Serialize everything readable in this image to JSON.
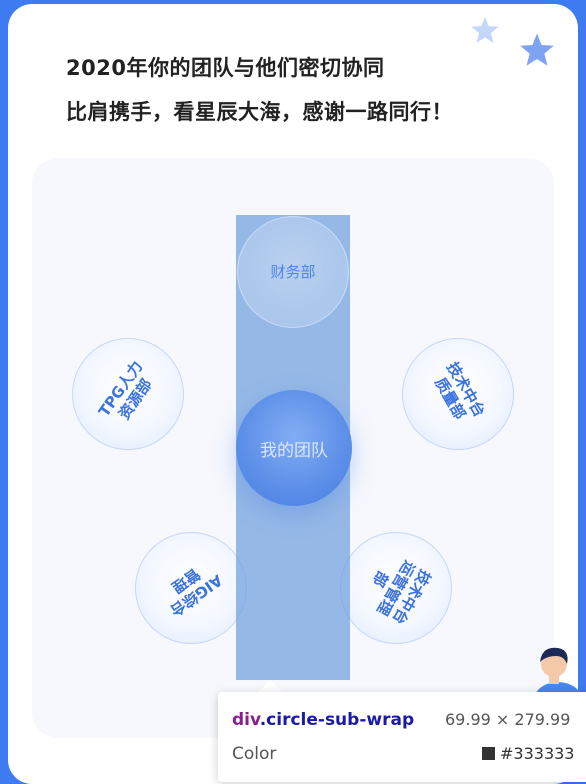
{
  "headline": {
    "line1": "2020年你的团队与他们密切协同",
    "line2": "比肩携手，看星辰大海，感谢一路同行！"
  },
  "center": {
    "label": "我的团队"
  },
  "teams": {
    "finance": "财务部",
    "tpg": "TPG人力资源部",
    "tech_platform": "技术中台质量部",
    "aig": "AIG综合管理",
    "tech_center": "技术中台运营管理部"
  },
  "tooltip": {
    "tag": "div",
    "class": ".circle-sub-wrap",
    "size": "69.99 × 279.99",
    "color_label": "Color",
    "color_value": "#333333"
  },
  "colors": {
    "frame_blue": "#3f7bf0",
    "circle_text": "#3a72e0",
    "highlight": "#6fa0dc",
    "swatch": "#333333"
  },
  "icons": [
    "star-icon",
    "star-icon",
    "avatar-icon"
  ]
}
